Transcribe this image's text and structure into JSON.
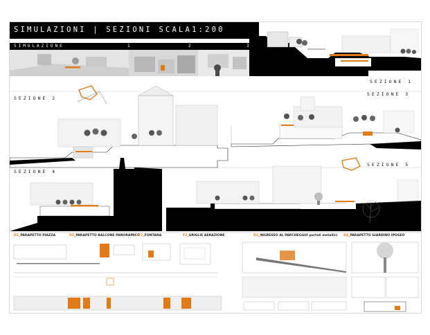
{
  "header": {
    "title": "SIMULAZIONI | SEZIONI SCALA1:200",
    "simulation_label": "SIMULAZIONE",
    "simulation_numbers": [
      "1",
      "2",
      "3"
    ]
  },
  "sections": {
    "s1": "SEZIONE 1",
    "s2": "SEZIONE 2",
    "s3": "SEZIONE 3",
    "s4": "SEZIONE 4",
    "s5": "SEZIONE 5"
  },
  "details": [
    {
      "code": "D1",
      "label": "_PARAPETTO PIAZZA"
    },
    {
      "code": "D2",
      "label": "_PARAPETTO BALCONE PANORAMICO"
    },
    {
      "code": "F1",
      "label": "_FONTANA"
    },
    {
      "code": "F2",
      "label": "_GRIGLIE AERAZIONE"
    },
    {
      "code": "D3",
      "label": "_INGRESSO AL PARCHEGGIO portali metallici"
    },
    {
      "code": "D4",
      "label": "_PARAPETTO GIARDINO IPOGEO"
    }
  ],
  "colors": {
    "accent": "#e07b1a",
    "ink": "#000000",
    "line": "#9a9a9a",
    "paper": "#ffffff"
  }
}
